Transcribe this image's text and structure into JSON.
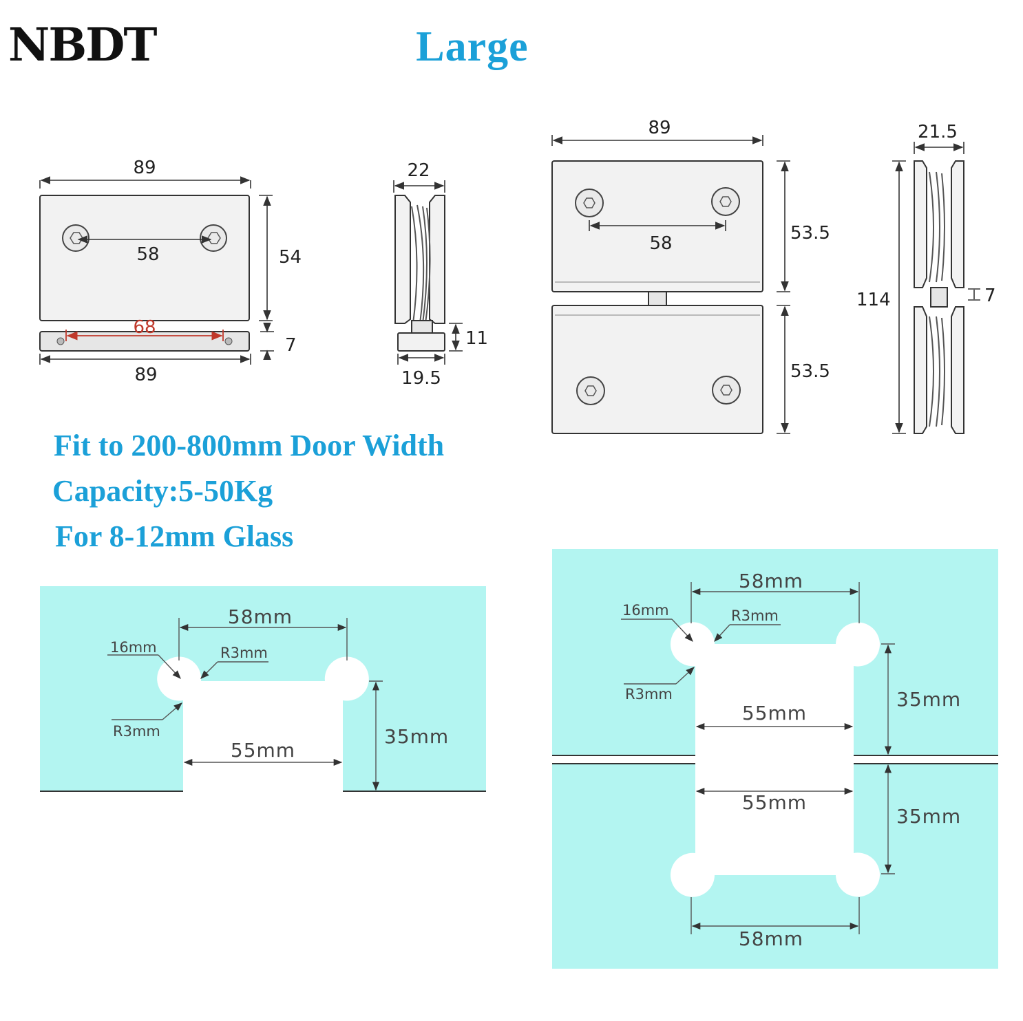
{
  "brand": "NBDT",
  "title": "Large",
  "colors": {
    "accent": "#1ba0d8",
    "glass": "#b3f5f1",
    "dimension_red": "#c0392b"
  },
  "specs": [
    "Fit to 200-800mm Door Width",
    "Capacity:5-50Kg",
    "For 8-12mm Glass"
  ],
  "wall_hinge_front": {
    "width_top": "89",
    "hole_spacing": "58",
    "height": "54",
    "base_hole_spacing": "68",
    "base_thickness": "7",
    "width_bottom": "89"
  },
  "wall_hinge_side": {
    "depth_top": "22",
    "base_height": "11",
    "base_depth": "19.5"
  },
  "glass_hinge_front": {
    "width": "89",
    "hole_spacing": "58",
    "upper_height": "53.5",
    "lower_height": "53.5"
  },
  "glass_hinge_side": {
    "depth": "21.5",
    "total_height": "114",
    "gap": "7"
  },
  "cutout_single": {
    "top_width": "58mm",
    "hole_diameter": "16mm",
    "radius_upper": "R3mm",
    "radius_lower": "R3mm",
    "depth": "35mm",
    "bottom_width": "55mm"
  },
  "cutout_double": {
    "top_width": "58mm",
    "hole_diameter": "16mm",
    "radius_upper": "R3mm",
    "radius_lower": "R3mm",
    "upper_depth": "35mm",
    "upper_width": "55mm",
    "lower_width": "55mm",
    "lower_depth": "35mm",
    "bottom_width": "58mm"
  }
}
